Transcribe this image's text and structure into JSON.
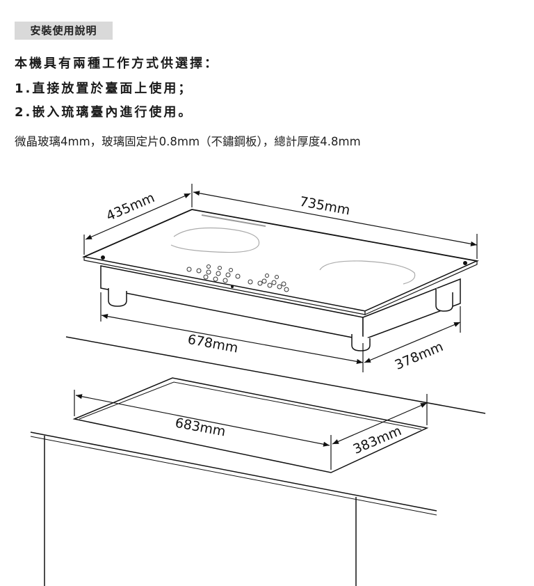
{
  "header": {
    "tag": "安裝使用說明"
  },
  "intro": {
    "line1": "本機具有兩種工作方式供選擇：",
    "line2": "1.直接放置於臺面上使用；",
    "line3": "2.嵌入琉璃臺內進行使用。",
    "line4": "微晶玻璃4mm，玻璃固定片0.8mm（不鏽鋼板），總計厚度4.8mm"
  },
  "dimensions": {
    "top_depth": "435mm",
    "top_width": "735mm",
    "body_width": "678mm",
    "body_depth": "378mm",
    "cutout_width": "683mm",
    "cutout_depth": "383mm"
  }
}
